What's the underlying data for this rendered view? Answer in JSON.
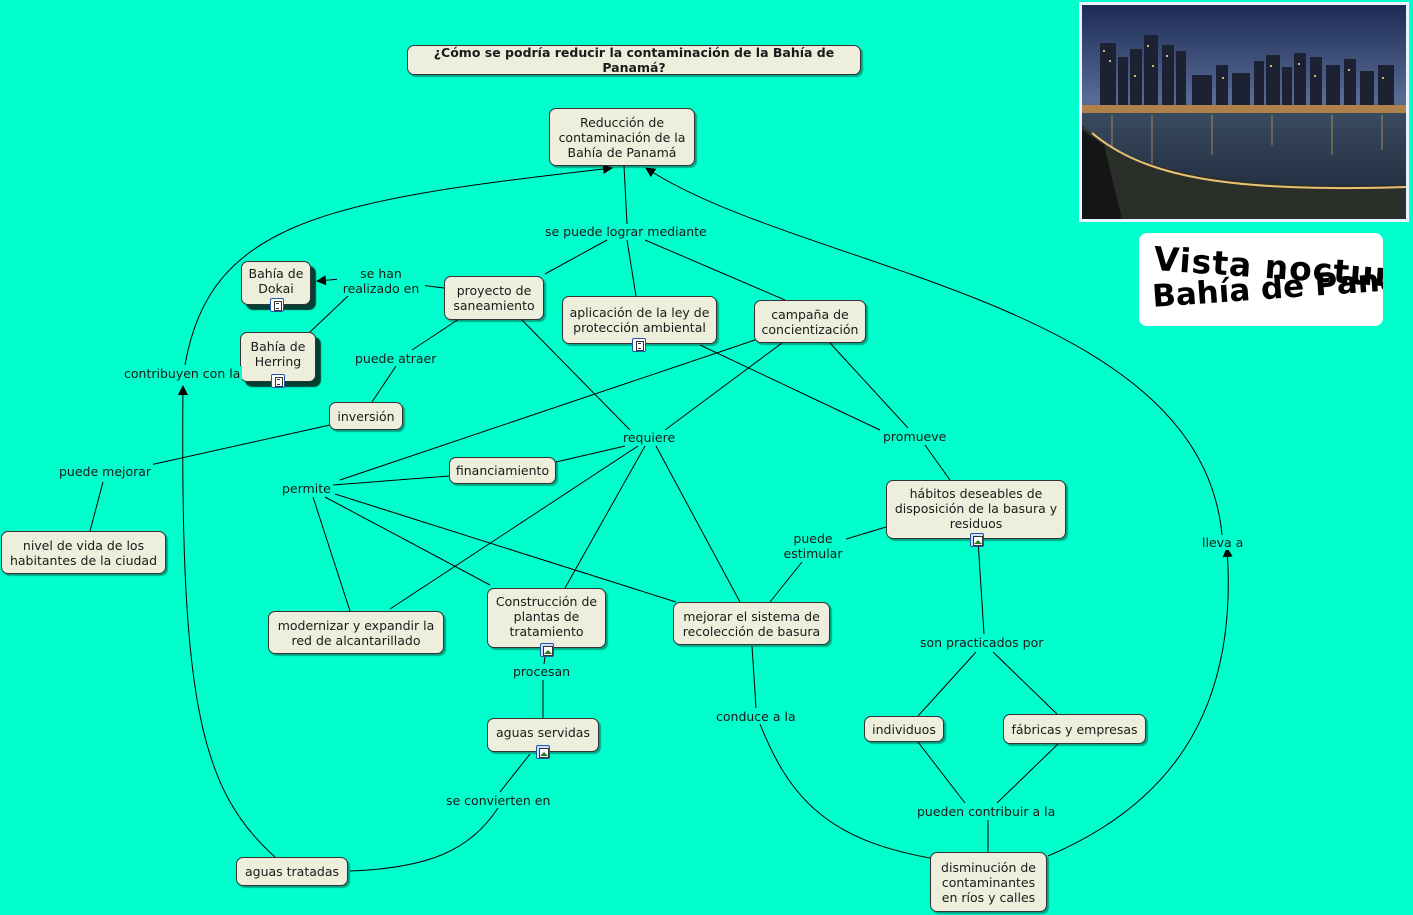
{
  "question": "¿Cómo se podría reducir la contaminación de la Bahía de Panamá?",
  "concepts": {
    "reduccion": "Reducción de contaminación de la Bahía de Panamá",
    "proyecto": "proyecto de saneamiento",
    "ley": "aplicación de la ley de protección ambiental",
    "campana": "campaña de concientización",
    "dokai": "Bahía de Dokai",
    "herring": "Bahía de Herring",
    "inversion": "inversión",
    "financiamiento": "financiamiento",
    "habitos": "hábitos deseables de disposición de la basura y residuos",
    "nivel": "nivel de vida de los habitantes de la ciudad",
    "modernizar": "modernizar y expandir la red de alcantarillado",
    "construccion": "Construcción de plantas de tratamiento",
    "mejorar": "mejorar el sistema de recolección de basura",
    "aguas_servidas": "aguas servidas",
    "individuos": "individuos",
    "fabricas": "fábricas y empresas",
    "aguas_tratadas": "aguas tratadas",
    "disminucion": "disminución de contaminantes en ríos y calles"
  },
  "links": {
    "se_puede": "se puede lograr mediante",
    "se_han": "se han realizado en",
    "contribuyen": "contribuyen con la",
    "puede_atraer": "puede atraer",
    "requiere": "requiere",
    "promueve": "promueve",
    "puede_mejorar": "puede mejorar",
    "permite": "permite",
    "puede_estimular": "puede estimular",
    "lleva_a": "lleva a",
    "son_practicados": "son practicados por",
    "procesan": "procesan",
    "conduce": "conduce a la",
    "se_convierten": "se convierten en",
    "pueden_contribuir": "pueden contribuir a la"
  },
  "image_caption": {
    "line1": "Vista nocturna",
    "line2": "Bahía de Panamá"
  },
  "icons": [
    "document-icon",
    "image-icon"
  ]
}
